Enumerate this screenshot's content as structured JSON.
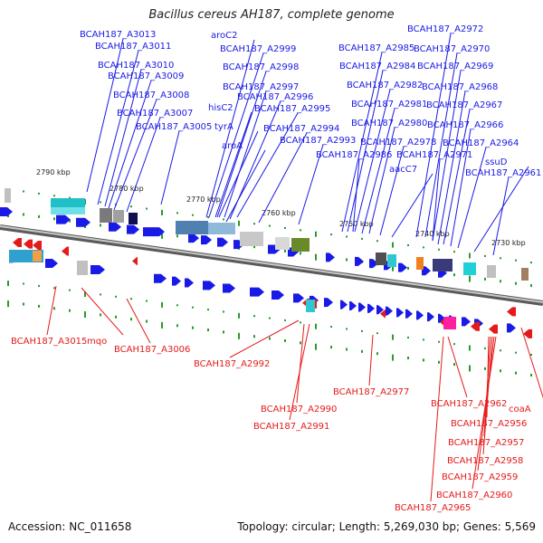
{
  "title": "Bacillus cereus AH187, complete genome",
  "footer": {
    "accession": "Accession: NC_011658",
    "summary": "Topology: circular; Length: 5,269,030 bp; Genes: 5,569"
  },
  "colors": {
    "forward": "#1a1ae6",
    "reverse": "#e61a1a",
    "backbone": "#808080",
    "tick": "#2a9a2a"
  },
  "scale_labels": [
    "2790 kbp",
    "2780 kbp",
    "2770 kbp",
    "2760 kbp",
    "2750 kbp",
    "2740 kbp",
    "2730 kbp"
  ],
  "forward_labels": [
    "BCAH187_A3013",
    "BCAH187_A3011",
    "BCAH187_A3010",
    "BCAH187_A3009",
    "BCAH187_A3008",
    "BCAH187_A3007",
    "BCAH187_A3005",
    "aroC2",
    "BCAH187_A2999",
    "BCAH187_A2998",
    "BCAH187_A2997",
    "BCAH187_A2996",
    "hisC2",
    "BCAH187_A2995",
    "tyrA",
    "BCAH187_A2994",
    "BCAH187_A2993",
    "aroA",
    "BCAH187_A2985",
    "BCAH187_A2984",
    "BCAH187_A2982",
    "BCAH187_A2981",
    "BCAH187_A2980",
    "BCAH187_A2978",
    "BCAH187_A2986",
    "aacC7",
    "BCAH187_A2972",
    "BCAH187_A2970",
    "BCAH187_A2969",
    "BCAH187_A2968",
    "BCAH187_A2967",
    "BCAH187_A2966",
    "BCAH187_A2964",
    "BCAH187_A2971",
    "ssuD",
    "BCAH187_A2961"
  ],
  "reverse_labels": [
    "BCAH187_A3015",
    "mqo",
    "BCAH187_A3006",
    "BCAH187_A2992",
    "BCAH187_A2977",
    "BCAH187_A2990",
    "BCAH187_A2991",
    "BCAH187_A2962",
    "coaA",
    "BCAH187_A2956",
    "BCAH187_A2957",
    "BCAH187_A2958",
    "BCAH187_A2959",
    "BCAH187_A2960",
    "BCAH187_A2965"
  ]
}
